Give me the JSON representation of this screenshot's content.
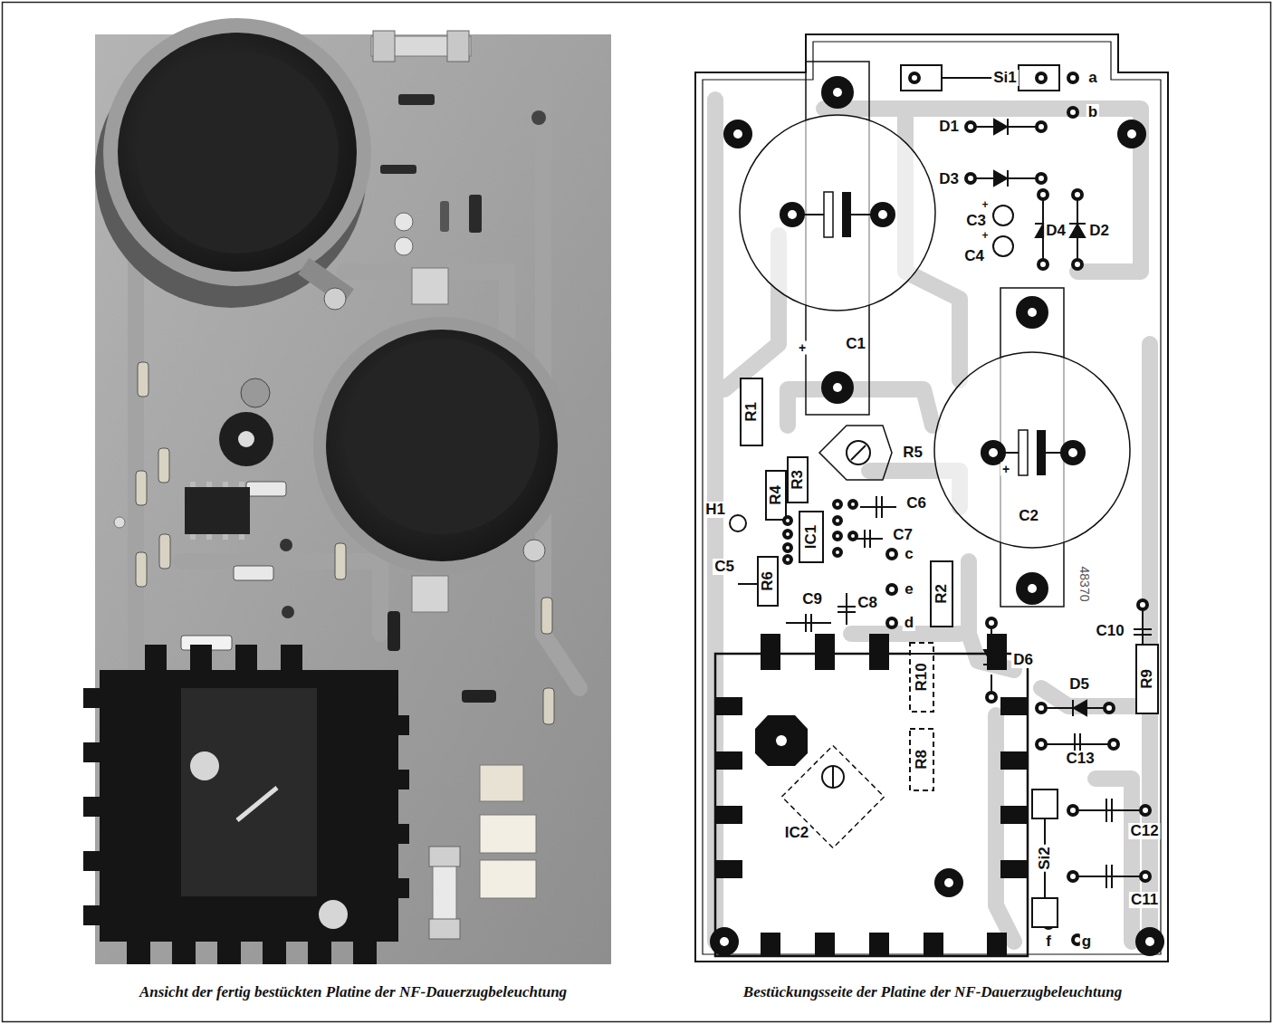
{
  "diagram": {
    "caption": "Ansicht der fertig bestückten Platine der NF-Dauerzugbeleuchtung",
    "labels": [
      "Si1",
      "a",
      "b",
      "D1",
      "D3",
      "+",
      "C3",
      "+",
      "C4",
      "D4",
      "D2",
      "C1",
      "+",
      "R1",
      "R5",
      "+",
      "C2",
      "H1",
      "R4",
      "R3",
      "IC1",
      "C6",
      "C7",
      "c",
      "C5",
      "R6",
      "C9",
      "C8",
      "e",
      "d",
      "R2",
      "48370",
      "C10",
      "D6",
      "D5",
      "R9",
      "R10",
      "R8",
      "C13",
      "IC2",
      "Si2",
      "C12",
      "C11",
      "f",
      "g",
      "Bestückungsseite der Platine der NF-Dauerzugbeleuchtung"
    ]
  }
}
